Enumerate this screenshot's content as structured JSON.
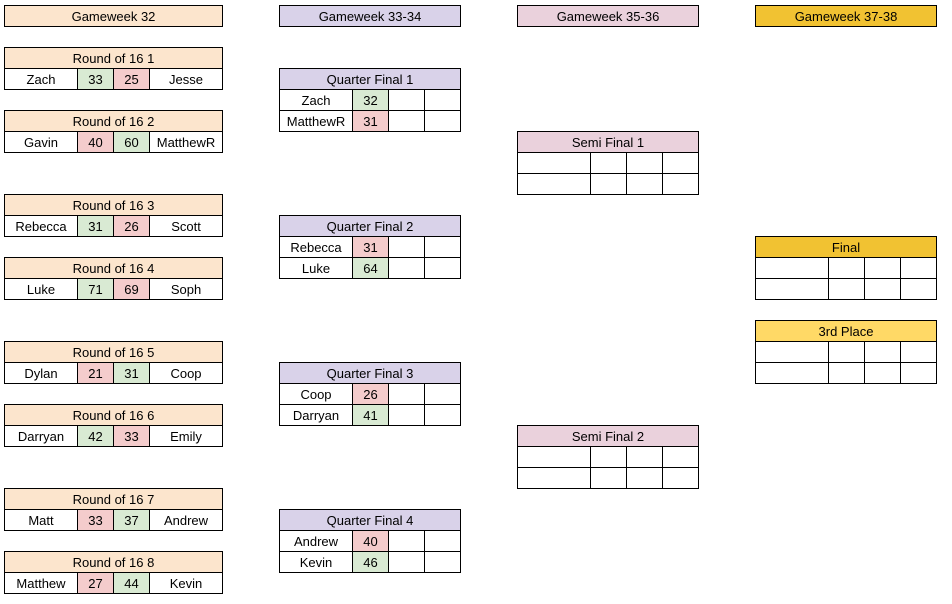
{
  "headers": [
    "Gameweek 32",
    "Gameweek 33-34",
    "Gameweek 35-36",
    "Gameweek 37-38"
  ],
  "round_of_16": [
    {
      "title": "Round of 16 1",
      "p1": "Zach",
      "s1": "33",
      "s2": "25",
      "p2": "Jesse",
      "w1": true
    },
    {
      "title": "Round of 16 2",
      "p1": "Gavin",
      "s1": "40",
      "s2": "60",
      "p2": "MatthewR",
      "w1": false
    },
    {
      "title": "Round of 16 3",
      "p1": "Rebecca",
      "s1": "31",
      "s2": "26",
      "p2": "Scott",
      "w1": true
    },
    {
      "title": "Round of 16 4",
      "p1": "Luke",
      "s1": "71",
      "s2": "69",
      "p2": "Soph",
      "w1": true
    },
    {
      "title": "Round of 16 5",
      "p1": "Dylan",
      "s1": "21",
      "s2": "31",
      "p2": "Coop",
      "w1": false
    },
    {
      "title": "Round of 16 6",
      "p1": "Darryan",
      "s1": "42",
      "s2": "33",
      "p2": "Emily",
      "w1": true
    },
    {
      "title": "Round of 16 7",
      "p1": "Matt",
      "s1": "33",
      "s2": "37",
      "p2": "Andrew",
      "w1": false
    },
    {
      "title": "Round of 16 8",
      "p1": "Matthew",
      "s1": "27",
      "s2": "44",
      "p2": "Kevin",
      "w1": false
    }
  ],
  "quarter_finals": [
    {
      "title": "Quarter Final 1",
      "p1": "Zach",
      "s1": "32",
      "p2": "MatthewR",
      "s2": "31",
      "w1": true
    },
    {
      "title": "Quarter Final 2",
      "p1": "Rebecca",
      "s1": "31",
      "p2": "Luke",
      "s2": "64",
      "w1": false
    },
    {
      "title": "Quarter Final 3",
      "p1": "Coop",
      "s1": "26",
      "p2": "Darryan",
      "s2": "41",
      "w1": false
    },
    {
      "title": "Quarter Final 4",
      "p1": "Andrew",
      "s1": "40",
      "p2": "Kevin",
      "s2": "46",
      "w1": false
    }
  ],
  "semi_finals": [
    {
      "title": "Semi Final 1"
    },
    {
      "title": "Semi Final 2"
    }
  ],
  "final": {
    "title": "Final"
  },
  "third_place": {
    "title": "3rd Place"
  }
}
